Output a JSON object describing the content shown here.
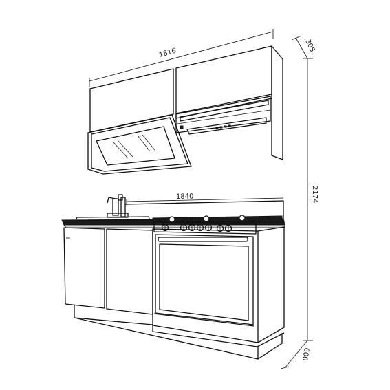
{
  "dimensions": {
    "top_width": "1816",
    "counter_width": "1840",
    "height": "2174",
    "wall_depth": "305",
    "base_depth": "600"
  }
}
